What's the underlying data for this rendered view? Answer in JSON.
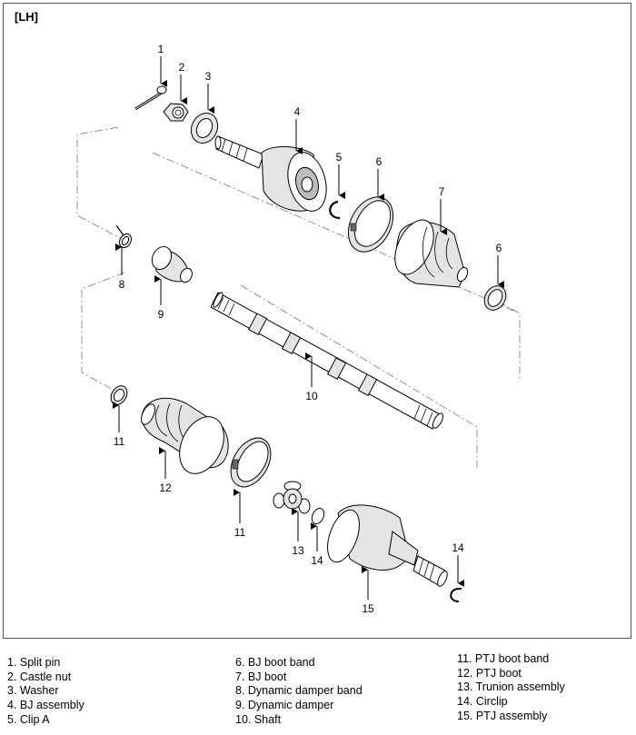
{
  "diagram": {
    "title": "[LH]",
    "callouts": {
      "c1": "1",
      "c2": "2",
      "c3": "3",
      "c4": "4",
      "c5": "5",
      "c6a": "6",
      "c6b": "6",
      "c7": "7",
      "c8": "8",
      "c9": "9",
      "c10": "10",
      "c11a": "11",
      "c11b": "11",
      "c12": "12",
      "c13": "13",
      "c14a": "14",
      "c14b": "14",
      "c15": "15"
    }
  },
  "legend": {
    "col1": [
      "1. Split pin",
      "2. Castle nut",
      "3. Washer",
      "4. BJ assembly",
      "5. Clip A"
    ],
    "col2": [
      "6. BJ boot band",
      "7. BJ boot",
      "8. Dynamic damper band",
      "9. Dynamic damper",
      "10. Shaft"
    ],
    "col3": [
      "11. PTJ boot band",
      "12. PTJ boot",
      "13. Trunion assembly",
      "14. Circlip",
      "15. PTJ assembly"
    ]
  }
}
